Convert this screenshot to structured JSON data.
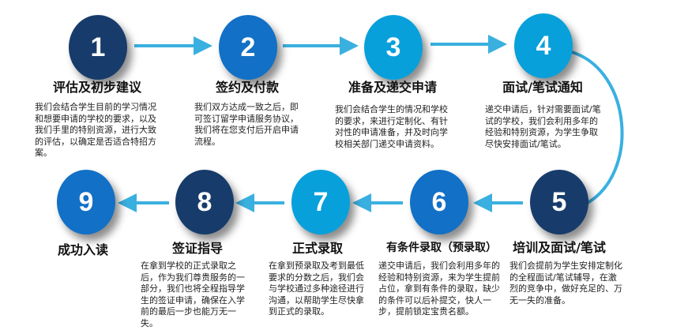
{
  "colors": {
    "navy": "#173c6b",
    "blue": "#1270c6",
    "cyan": "#08a0db",
    "arrow": "#3ab0e0"
  },
  "steps": [
    {
      "number": "1",
      "title": "评估及初步建议",
      "desc": "我们会结合学生目前的学习情况和想要申请的学校的要求，以及我们手里的特别资源，进行大致的评估，以确定是否适合特招方案。"
    },
    {
      "number": "2",
      "title": "签约及付款",
      "desc": "我们双方达成一致之后，即可签订留学申请服务协议，我们将在您支付后开启申请流程。"
    },
    {
      "number": "3",
      "title": "准备及递交申请",
      "desc": "我们会结合学生的情况和学校的要求，来进行定制化、有针对性的申请准备，并及时向学校相关部门递交申请资料。"
    },
    {
      "number": "4",
      "title": "面试/笔试通知",
      "desc": "递交申请后，针对需要面试/笔试的学校，我们会利用多年的经验和特别资源，为学生争取尽快安排面试/笔试。"
    },
    {
      "number": "5",
      "title": "培训及面试/笔试",
      "desc": "我们会提前为学生安排定制化的全程面试/笔试辅导，在激烈的竞争中，做好充足的、万无一失的准备。"
    },
    {
      "number": "6",
      "title": "有条件录取（预录取）",
      "desc": "递交申请后，我们会利用多年的经验和特别资源，来为学生提前占位，拿到有条件的录取，缺少的条件可以后补提交，快人一步，提前锁定宝贵名额。"
    },
    {
      "number": "7",
      "title": "正式录取",
      "desc": "在拿到预录取及考到最低要求的分数之后，我们会与学校通过多种途径进行沟通，以帮助学生尽快拿到正式的录取。"
    },
    {
      "number": "8",
      "title": "签证指导",
      "desc": "在拿到学校的正式录取之后，作为我们尊贵服务的一部分，我们也将全程指导学生的签证申请，确保在入学前的最后一步也能万无一失。"
    },
    {
      "number": "9",
      "title": "成功入读"
    }
  ]
}
